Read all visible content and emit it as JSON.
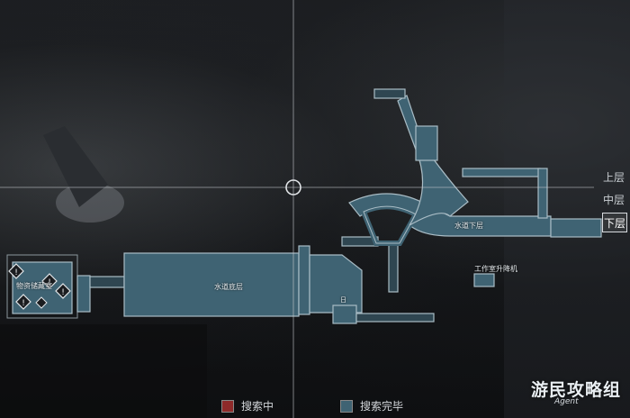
{
  "map": {
    "room_labels": {
      "storage": "物资储藏室",
      "sewer_bottom": "水道底层",
      "sewer_lower": "水道下层",
      "workroom_lift": "工作室升降机",
      "door_mark": "日"
    },
    "hazard_icons": [
      "warning-icon",
      "warning-icon",
      "warning-icon",
      "warning-icon",
      "warning-icon"
    ]
  },
  "floors": [
    {
      "label": "上层",
      "active": false
    },
    {
      "label": "中层",
      "active": false
    },
    {
      "label": "下层",
      "active": true
    }
  ],
  "legend": {
    "searching": {
      "label": "搜索中",
      "color": "#8e2a2a"
    },
    "searched": {
      "label": "搜索完毕",
      "color": "#3f6373"
    }
  },
  "watermark": {
    "title": "游民攻略组",
    "sub": "Agent"
  },
  "colors": {
    "room_fill": "#3f6373",
    "room_stroke": "#a9bcc5",
    "crosshair": "#c7cbd0"
  }
}
